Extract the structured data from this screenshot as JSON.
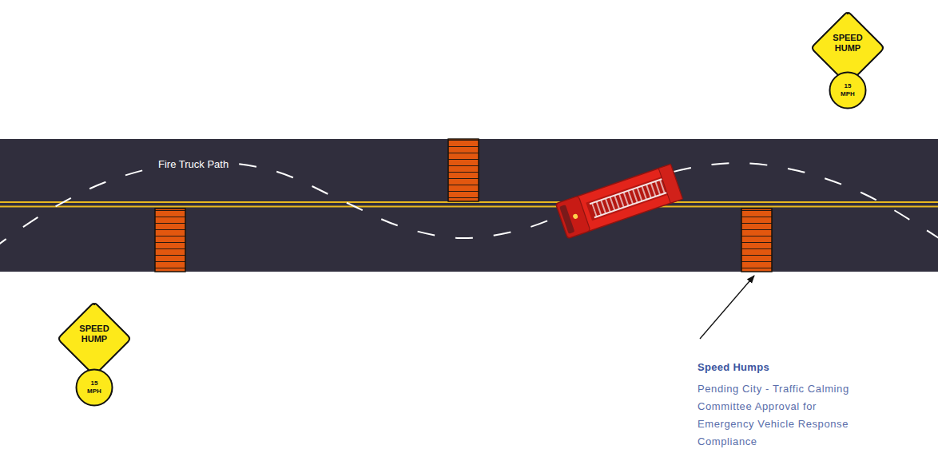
{
  "diagram": {
    "nodes": [
      {
        "text": [
          "SPEED HUMP"
        ]
      },
      {
        "text": [
          "15 MPH"
        ]
      },
      {
        "text": [
          "SPEED HUMP"
        ]
      },
      {
        "text": [
          "15 MPH"
        ]
      }
    ],
    "labels": [
      "Fire Truck Path",
      "Speed Humps",
      "Pending City - Traffic Calming Committee Approval for Emergency Vehicle Response Compliance"
    ]
  }
}
